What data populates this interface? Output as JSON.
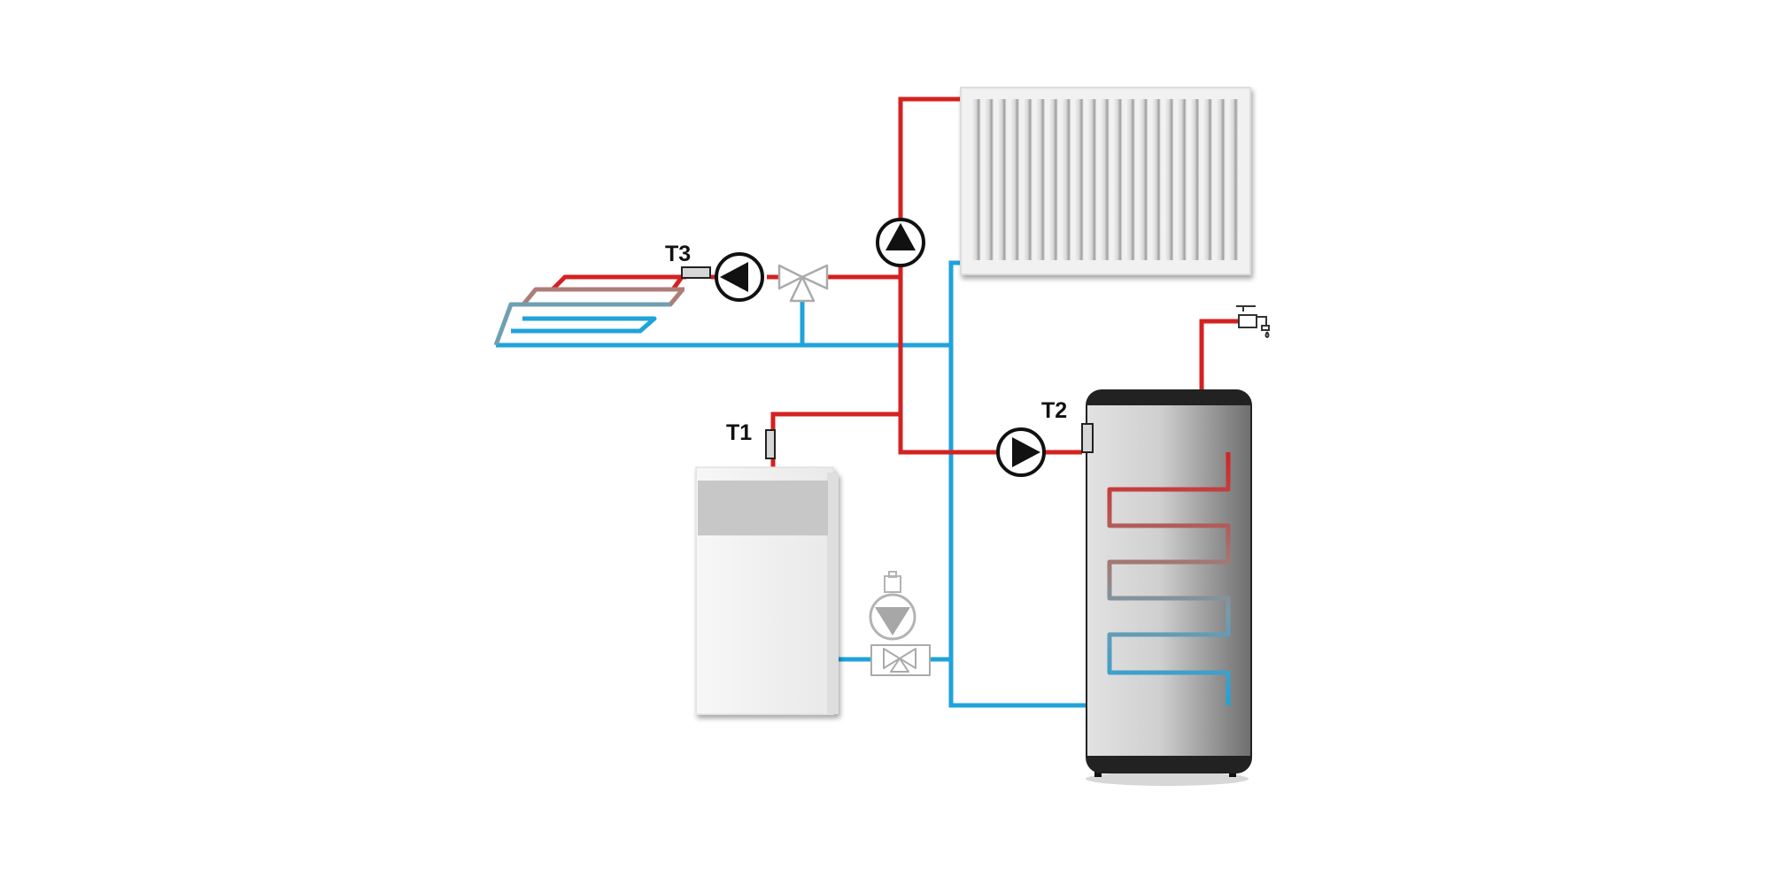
{
  "sensors": {
    "t1": "T1",
    "t2": "T2",
    "t3": "T3"
  },
  "colors": {
    "flow": "#d42121",
    "return": "#1fa3da",
    "boiler_panel": "#c7c7c7",
    "boiler_body": "#f2f2f2",
    "tank_cap": "#222222",
    "faded_component": "#aaaaaa"
  },
  "icons": {
    "tap": "water-tap-icon",
    "pump": "circulation-pump-icon",
    "valve": "three-way-valve-icon",
    "sensor": "temperature-sensor-icon"
  }
}
